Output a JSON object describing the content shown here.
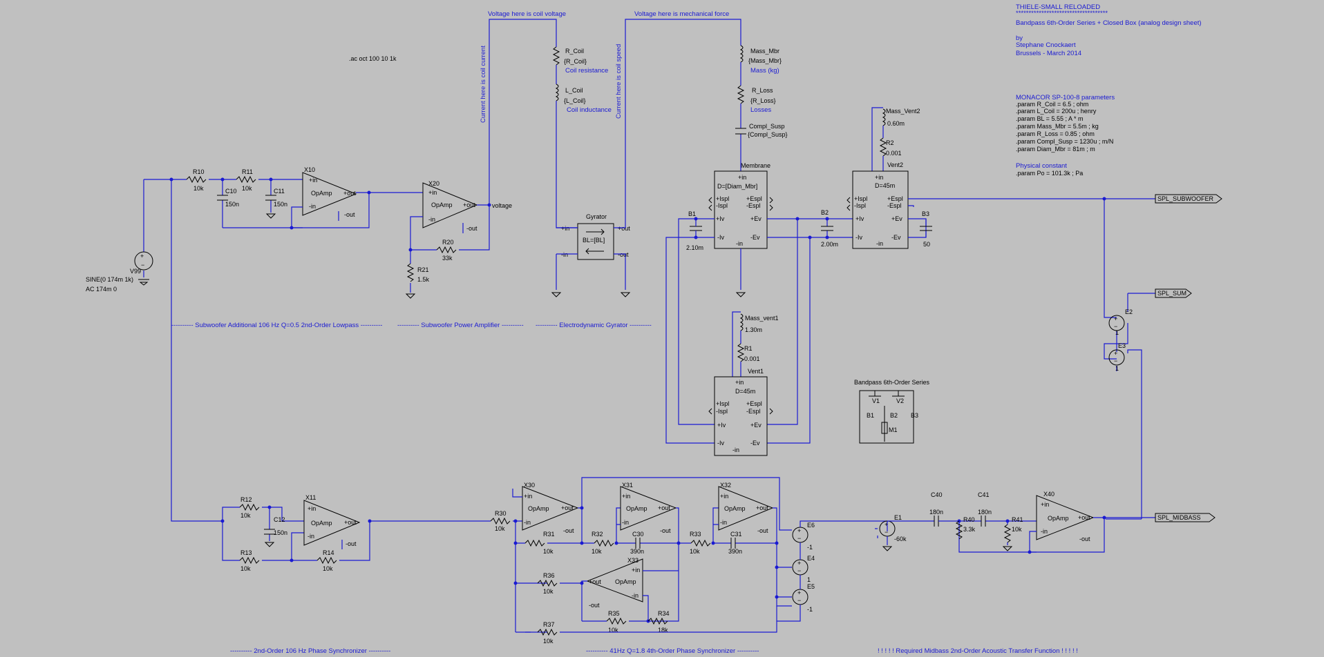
{
  "header": {
    "title": "THIELE-SMALL RELOADED",
    "stars": "************************************",
    "subtitle": "Bandpass 6th-Order Series + Closed Box (analog design sheet)",
    "by": "by",
    "author": "Stephane Cnockaert",
    "place_date": "Brussels - March 2014"
  },
  "params": {
    "title": "MONACOR SP-100-8 parameters",
    "lines": [
      ".param R_Coil = 6.5 ; ohm",
      ".param L_Coil = 200u ; henry",
      ".param BL = 5.55 ; A * m",
      ".param Mass_Mbr = 5.5m ; kg",
      ".param R_Loss = 0.85 ; ohm",
      ".param Compl_Susp = 1230u ; m/N",
      ".param Diam_Mbr = 81m ; m"
    ],
    "phys_title": "Physical constant",
    "phys_line": ".param Po = 101.3k ; Pa"
  },
  "ac_directive": ".ac oct 100 10 1k",
  "annotations": {
    "coil_voltage": "Voltage here is coil voltage",
    "mech_force": "Voltage here is mechanical force",
    "coil_current": "Current here is coil current",
    "coil_speed": "Current here is coil speed"
  },
  "sections": {
    "lowpass": "---------- Subwoofer Additional 106 Hz Q=0.5 2nd-Order Lowpass ----------",
    "amp": "---------- Subwoofer Power Amplifier ----------",
    "gyrator": "---------- Electrodynamic Gyrator ----------",
    "phase2": "---------- 2nd-Order 106 Hz Phase Synchronizer ----------",
    "phase4": "---------- 41Hz Q=1.8 4th-Order Phase Synchronizer ----------",
    "midbass": "! ! ! ! !  Required Midbass 2nd-Order Acoustic Transfer Function  ! ! ! ! !"
  },
  "source": {
    "name": "V99",
    "sine": "SINE(0 174m 1k)",
    "ac": "AC 174m 0"
  },
  "components": {
    "R10": [
      "R10",
      "10k"
    ],
    "R11": [
      "R11",
      "10k"
    ],
    "C10": [
      "C10",
      "150n"
    ],
    "C11": [
      "C11",
      "150n"
    ],
    "R20": [
      "R20",
      "33k"
    ],
    "R21": [
      "R21",
      "1.5k"
    ],
    "R12": [
      "R12",
      "10k"
    ],
    "R13": [
      "R13",
      "10k"
    ],
    "R14": [
      "R14",
      "10k"
    ],
    "C12": [
      "C12",
      "150n"
    ],
    "R30": [
      "R30",
      "10k"
    ],
    "R31": [
      "R31",
      "10k"
    ],
    "R32": [
      "R32",
      "10k"
    ],
    "R33": [
      "R33",
      "10k"
    ],
    "R34": [
      "R34",
      "18k"
    ],
    "R35": [
      "R35",
      "10k"
    ],
    "R36": [
      "R36",
      "10k"
    ],
    "R37": [
      "R37",
      "10k"
    ],
    "C30": [
      "C30",
      "390n"
    ],
    "C31": [
      "C31",
      "390n"
    ],
    "C40": [
      "C40",
      "180n"
    ],
    "C41": [
      "C41",
      "180n"
    ],
    "R40": [
      "R40",
      "3.3k"
    ],
    "R41": [
      "R41",
      "10k"
    ],
    "B1": [
      "B1",
      "2.10m"
    ],
    "B2": [
      "B2",
      "2.00m"
    ],
    "B3": [
      "B3",
      "50"
    ],
    "R1": [
      "R1",
      "0.001"
    ],
    "R2": [
      "R2",
      "0.001"
    ],
    "Mass_vent1": [
      "Mass_vent1",
      "1.30m"
    ],
    "Mass_Vent2": [
      "Mass_Vent2",
      "0.60m"
    ]
  },
  "coil": {
    "r_name": "R_Coil",
    "r_val": "{R_Coil}",
    "r_desc": "Coil resistance",
    "l_name": "L_Coil",
    "l_val": "{L_Coil}",
    "l_desc": "Coil inductance"
  },
  "mech": {
    "m_name": "Mass_Mbr",
    "m_val": "{Mass_Mbr}",
    "m_desc": "Mass (kg)",
    "r_name": "R_Loss",
    "r_val": "{R_Loss}",
    "r_desc": "Losses",
    "c_name": "Compl_Susp",
    "c_val": "{Compl_Susp}"
  },
  "opamps": {
    "X10": "X10",
    "X20": "X20",
    "X11": "X11",
    "X30": "X30",
    "X31": "X31",
    "X32": "X32",
    "X33": "X33",
    "X40": "X40",
    "model": "OpAmp"
  },
  "opamp_pins": {
    "in_p": "+in",
    "in_m": "-in",
    "out_p": "+out",
    "out_m": "-out",
    "voltage": "voltage"
  },
  "gyrator": {
    "name": "Gyrator",
    "value": "BL=[BL]",
    "in_p": "+in",
    "in_m": "-in",
    "out_p": "+out",
    "out_m": "-out"
  },
  "membrane": {
    "name": "Membrane",
    "diam": "D=[Diam_Mbr]",
    "pins": [
      "+in",
      "+Ispl",
      "-Ispl",
      "+Iv",
      "-Iv",
      "-in",
      "+Espl",
      "-Espl",
      "+Ev",
      "-Ev"
    ]
  },
  "vent1": {
    "name": "Vent1",
    "diam": "D=45m",
    "pins": [
      "+in",
      "+Ispl",
      "-Ispl",
      "+Iv",
      "-Iv",
      "-in",
      "+Espl",
      "-Espl",
      "+Ev",
      "-Ev"
    ]
  },
  "vent2": {
    "name": "Vent2",
    "diam": "D=45m",
    "pins": [
      "+in",
      "+Ispl",
      "-Ispl",
      "+Iv",
      "-Iv",
      "-in",
      "+Espl",
      "-Espl",
      "+Ev",
      "-Ev"
    ]
  },
  "sources_e": {
    "E1": [
      "E1",
      "-60k"
    ],
    "E2": [
      "E2",
      "1"
    ],
    "E3": [
      "E3",
      "1"
    ],
    "E4": [
      "E4",
      "1"
    ],
    "E5": [
      "E5",
      "-1"
    ],
    "E6": [
      "E6",
      "-1"
    ]
  },
  "outputs": {
    "sub": "SPL_SUBWOOFER",
    "sum": "SPL_SUM",
    "mid": "SPL_MIDBASS"
  },
  "inset": {
    "title": "Bandpass 6th-Order Series",
    "v1": "V1",
    "v2": "V2",
    "b1": "B1",
    "b2": "B2",
    "b3": "B3",
    "m1": "M1"
  },
  "colors": {
    "background": "#c0c0c0",
    "wire": "#1a1ad2",
    "component": "#000000"
  }
}
